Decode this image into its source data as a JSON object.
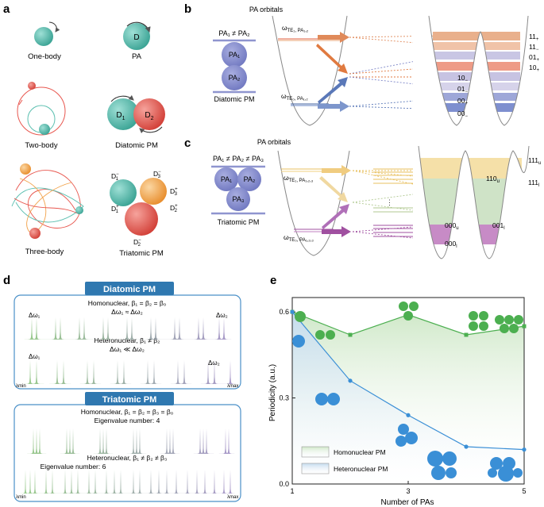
{
  "panel_letters": [
    "a",
    "b",
    "c",
    "d",
    "e"
  ],
  "panel_a": {
    "one_body": "One-body",
    "pa": "PA",
    "pa_disk": "D",
    "two_body": "Two-body",
    "diatomic": "Diatomic  PM",
    "d1": "D",
    "d1_sub": "1",
    "d2": "D",
    "d2_sub": "2",
    "three_body": "Three-body",
    "triatomic": "Triatomic PM",
    "dm1": "D",
    "dm1_sup": "−",
    "dm1_sub": "1",
    "dp1": "D",
    "dp1_sup": "+",
    "dp1_sub": "1",
    "dm3": "D",
    "dm3_sup": "−",
    "dm3_sub": "3",
    "dp3": "D",
    "dp3_sup": "+",
    "dp3_sub": "3",
    "dp2": "D",
    "dp2_sup": "+",
    "dp2_sub": "2",
    "dm2": "D",
    "dm2_sup": "−",
    "dm2_sub": "2",
    "colors": {
      "teal": "#5bbfb0",
      "red": "#e8574f",
      "orange": "#f2a24a"
    }
  },
  "panel_b": {
    "pa_orbitals": "PA orbitals",
    "condition": "PA₁ ≠ PA₂",
    "pa1": "PA₁",
    "pa2": "PA₂",
    "caption": "Diatomic PM",
    "omega_top": "ω",
    "omega_top_sub": "TE₁, PA₁,₂",
    "omega_bot": "ω",
    "omega_bot_sub": "TE₀, PA₁,₂",
    "levels": [
      {
        "label": "11",
        "sub": "+"
      },
      {
        "label": "11",
        "sub": "−"
      },
      {
        "label": "01",
        "sub": "+"
      },
      {
        "label": "10",
        "sub": "+"
      },
      {
        "label": "10",
        "sub": "−"
      },
      {
        "label": "01",
        "sub": "−"
      },
      {
        "label": "00",
        "sub": "+"
      },
      {
        "label": "00",
        "sub": "−"
      }
    ]
  },
  "panel_c": {
    "pa_orbitals": "PA orbitals",
    "condition": "PA₁ ≠ PA₂ ≠ PA₃",
    "pa1": "PA₁",
    "pa2": "PA₂",
    "pa3": "PA₃",
    "caption": "Triatomic PM",
    "omega_top": "ω",
    "omega_top_sub": "TE₁, PA₁,₂,₃",
    "omega_bot": "ω",
    "omega_bot_sub": "TE₀, PA₁,₂,₃",
    "levels": [
      {
        "label": "111",
        "sub": "u"
      },
      {
        "label": "110",
        "sub": "u"
      },
      {
        "label": "111",
        "sub": "l"
      },
      {
        "label": "000",
        "sub": "u"
      },
      {
        "label": "001",
        "sub": "l"
      },
      {
        "label": "000",
        "sub": "l"
      }
    ]
  },
  "panel_d": {
    "diatomic_title": "Diatomic PM",
    "homo_line1": "Homonuclear, β₁ = β₂ = β₀",
    "homo_line2": "Δω₁ ≈ Δω₂",
    "hetero_line1": "Heteronuclear, β₁ ≠ β₂",
    "hetero_line2": "Δω₁ ≪ Δω₂",
    "dw1": "Δω₁",
    "dw2": "Δω₂",
    "lambda_min": "λmin",
    "lambda_max": "λmax",
    "triatomic_title": "Triatomic PM",
    "tri_homo_line1": "Homonuclear, β₁ = β₂ = β₃ = β₀",
    "tri_homo_line2": "Eigenvalue number: 4",
    "tri_hetero_line1": "Heteronuclear, β₁ ≠ β₂ ≠ β₃",
    "tri_hetero_line2": "Eigenvalue number: 6",
    "colors": {
      "title_bg": "#2f78b0",
      "green": "#7bbf6a",
      "purple": "#8f7bb8"
    }
  },
  "panel_e": {
    "chart_data": {
      "type": "line",
      "xlabel": "Number of PAs",
      "ylabel": "Periodicity (a.u.)",
      "xlim": [
        1,
        5
      ],
      "ylim": [
        0,
        0.65
      ],
      "xticks": [
        "1",
        "3",
        "5"
      ],
      "yticks": [
        "0.0",
        "0.3",
        "0.6"
      ],
      "x": [
        1,
        2,
        3,
        4,
        5
      ],
      "series": [
        {
          "name": "Homonuclear PM",
          "values": [
            0.6,
            0.52,
            0.59,
            0.52,
            0.55
          ],
          "color": "#4caf50"
        },
        {
          "name": "Heteronuclear PM",
          "values": [
            0.6,
            0.36,
            0.24,
            0.13,
            0.12
          ],
          "color": "#3a8fd6"
        }
      ],
      "legend_position": "bottom-left"
    }
  }
}
